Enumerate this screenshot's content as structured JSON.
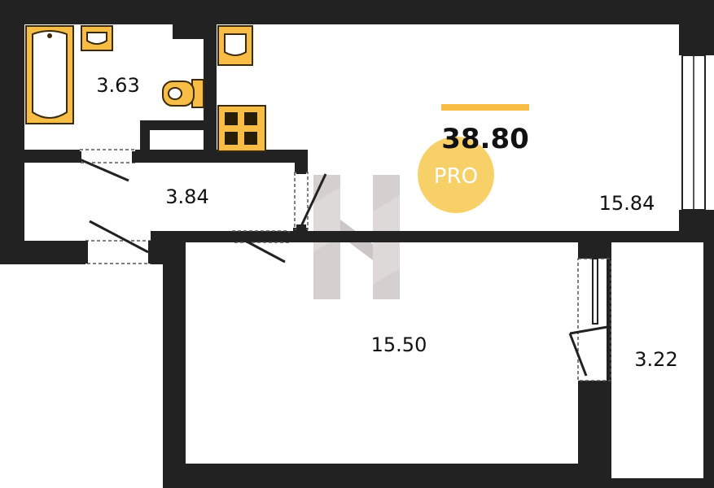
{
  "plan": {
    "total_area": "38.80",
    "badge_text": "PRO",
    "rooms": {
      "bathroom": "3.63",
      "hallway": "3.84",
      "kitchen_living": "15.84",
      "bedroom": "15.50",
      "balcony": "3.22"
    }
  },
  "colors": {
    "wall": "#222222",
    "accent": "#f7bd45",
    "badge": "#f6c94e",
    "watermark": "#8a7a78"
  }
}
